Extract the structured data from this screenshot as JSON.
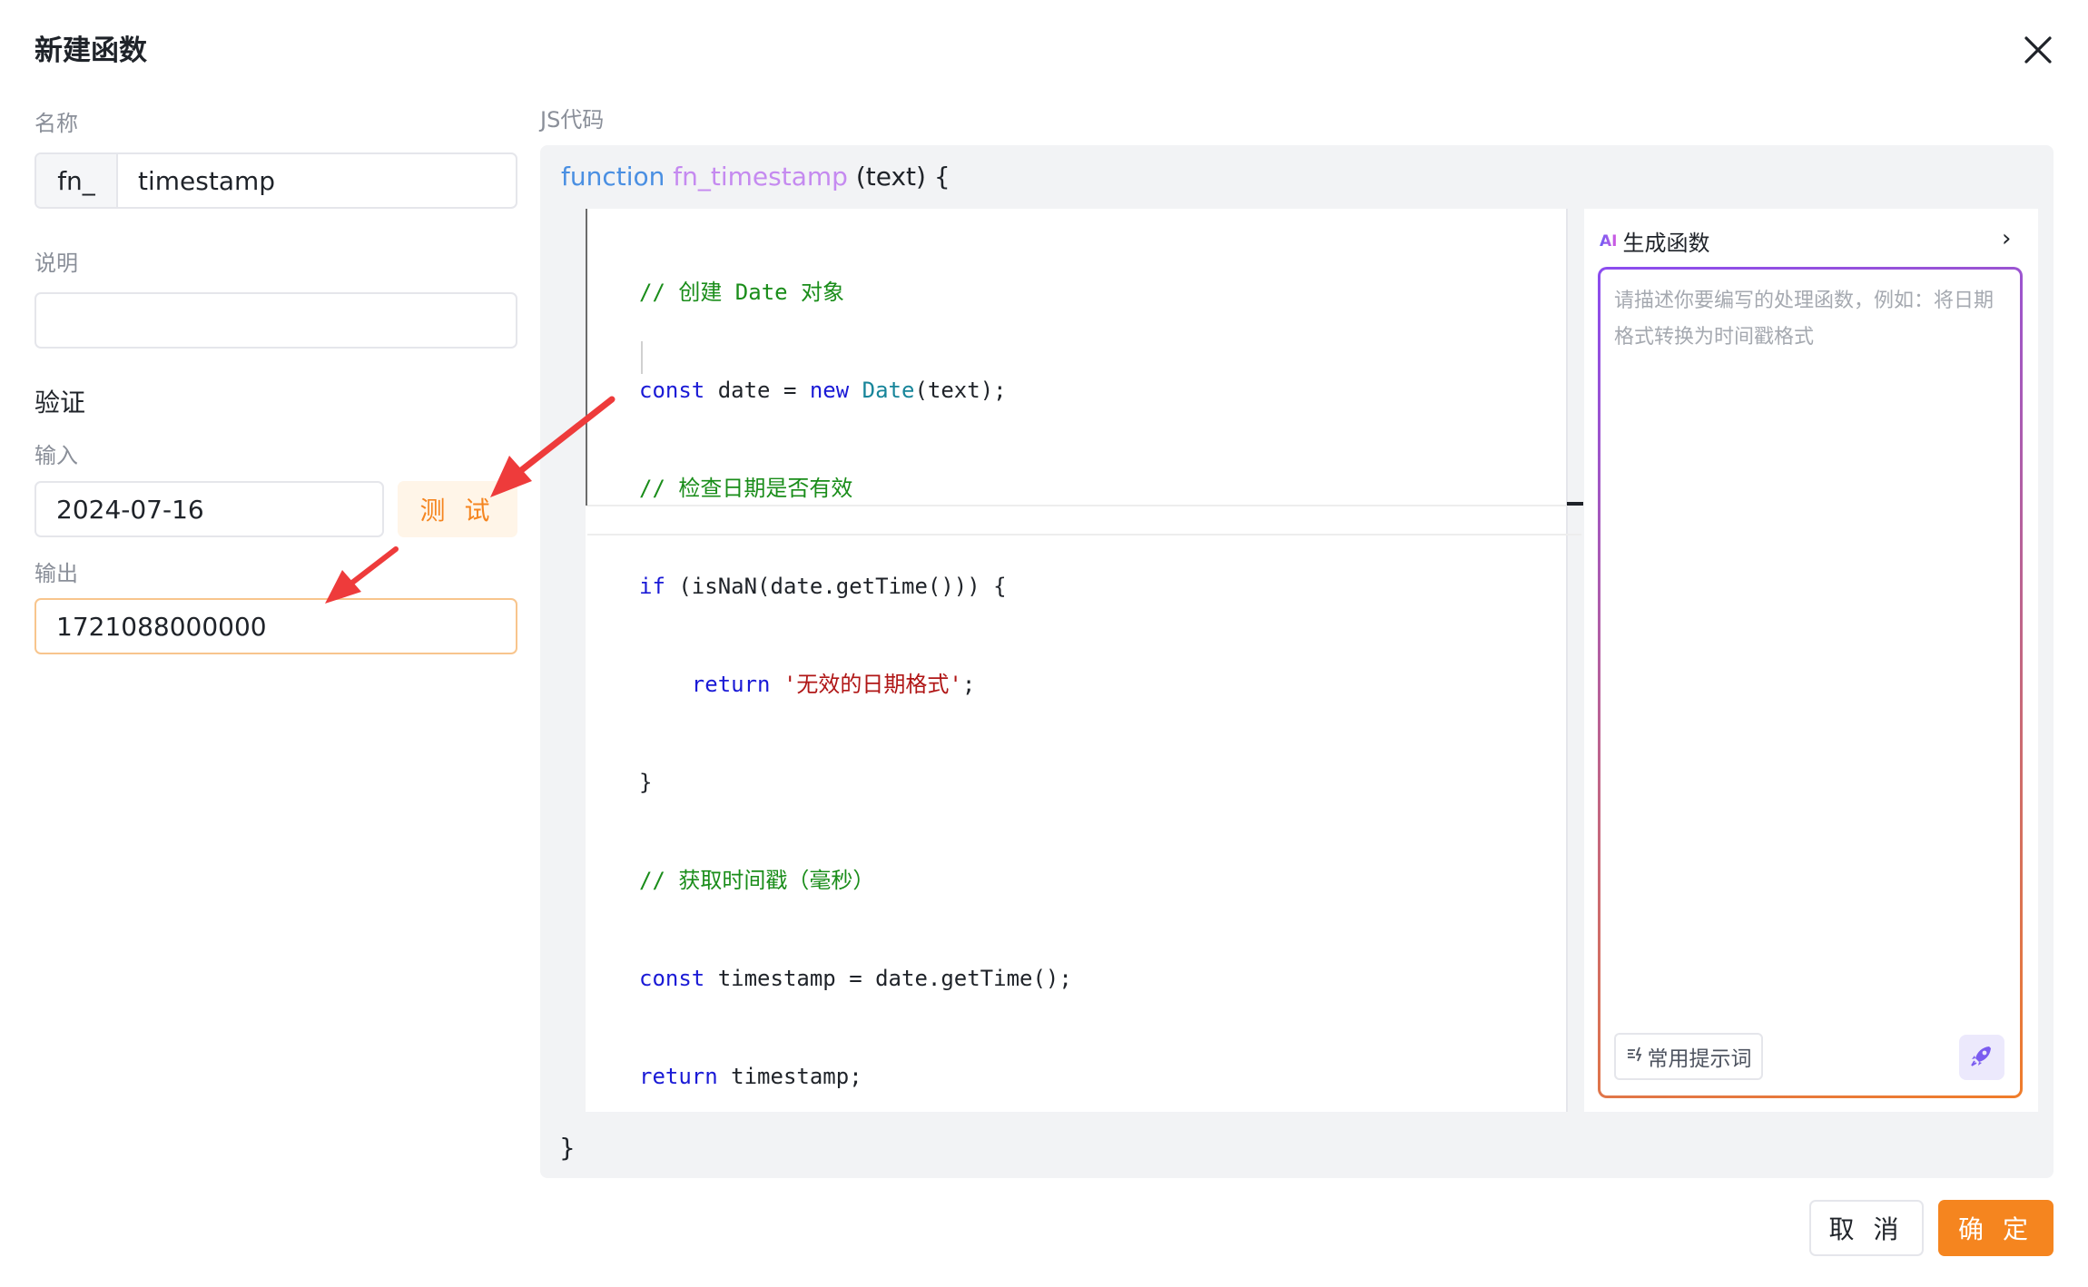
{
  "dialog": {
    "title": "新建函数"
  },
  "form": {
    "name_label": "名称",
    "name_prefix": "fn_",
    "name_value": "timestamp",
    "desc_label": "说明",
    "desc_value": "",
    "verify_title": "验证",
    "input_label": "输入",
    "input_value": "2024-07-16",
    "test_label": "测 试",
    "output_label": "输出",
    "output_value": "1721088000000"
  },
  "code": {
    "label": "JS代码",
    "header_keyword": "function",
    "header_name": "fn_timestamp",
    "header_params": "(text) {",
    "closing_brace": "}",
    "lines": {
      "l1_comment": "// 创建 Date 对象",
      "l2_kw1": "const",
      "l2_mid": " date = ",
      "l2_kw2": "new",
      "l2_sp": " ",
      "l2_cls": "Date",
      "l2_end": "(text);",
      "l3_comment": "// 检查日期是否有效",
      "l4_kw": "if",
      "l4_end": " (isNaN(date.getTime())) {",
      "l5_indent": "    ",
      "l5_kw": "return",
      "l5_sp": " ",
      "l5_str": "'无效的日期格式'",
      "l5_end": ";",
      "l6": "}",
      "l7_comment": "// 获取时间戳（毫秒）",
      "l8_kw": "const",
      "l8_end": " timestamp = date.getTime();",
      "l9_kw": "return",
      "l9_end": " timestamp;"
    }
  },
  "ai_panel": {
    "badge": "AI",
    "title": "生成函数",
    "placeholder": "请描述你要编写的处理函数，例如：将日期格式转换为时间戳格式",
    "prompt_button": "常用提示词"
  },
  "footer": {
    "cancel_label": "取 消",
    "confirm_label": "确 定"
  },
  "colors": {
    "accent": "#f5851f",
    "annotation_arrow": "#ee3b3b",
    "ai_gradient_start": "#8b4cf0",
    "ai_gradient_end": "#f07d2a"
  }
}
